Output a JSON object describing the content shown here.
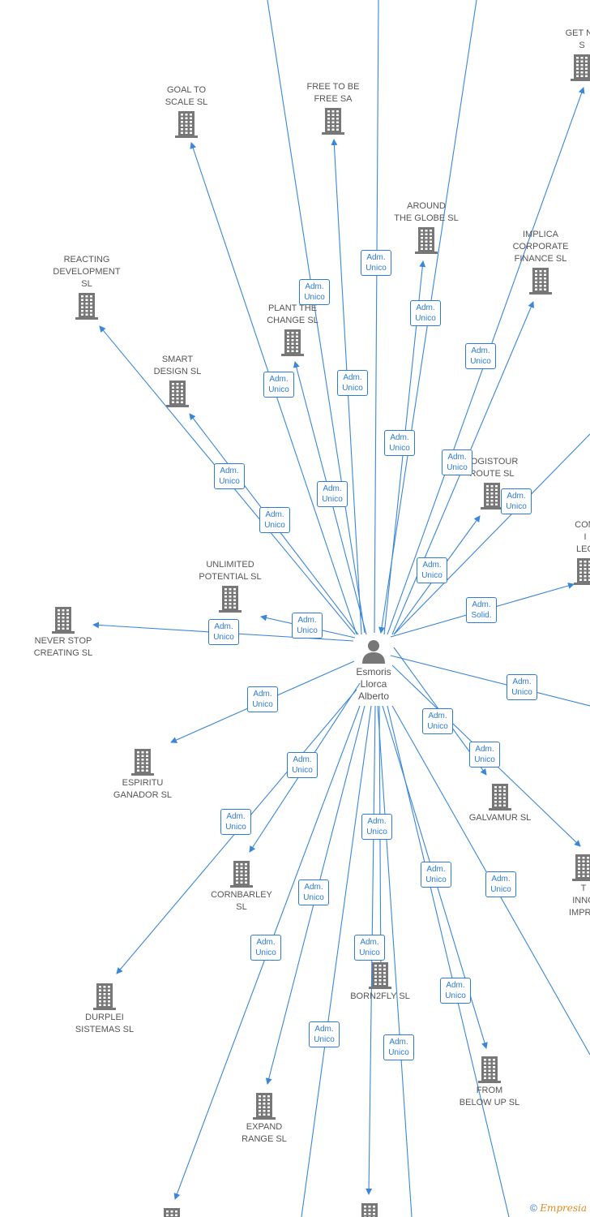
{
  "colors": {
    "edge": "#3a86d8",
    "badge_border": "#2e7bd6",
    "icon": "#777777",
    "text": "#555555"
  },
  "icons": {
    "company": "building-icon",
    "person": "person-icon"
  },
  "center": {
    "name": "Esmoris\nLlorca\nAlberto"
  },
  "companies": [
    {
      "id": "goal",
      "name": "GOAL TO\nSCALE  SL"
    },
    {
      "id": "free",
      "name": "FREE TO BE\nFREE SA"
    },
    {
      "id": "getna",
      "name": "GET NA\nS"
    },
    {
      "id": "around",
      "name": "AROUND\nTHE GLOBE  SL"
    },
    {
      "id": "implica",
      "name": "IMPLICA\nCORPORATE\nFINANCE  SL"
    },
    {
      "id": "reacting",
      "name": "REACTING\nDEVELOPMENT\nSL"
    },
    {
      "id": "plant",
      "name": "PLANT THE\nCHANGE  SL"
    },
    {
      "id": "smart",
      "name": "SMART\nDESIGN  SL"
    },
    {
      "id": "logistour",
      "name": "LOGISTOUR\nROUTE  SL"
    },
    {
      "id": "com",
      "name": "COM\nI\nLEG"
    },
    {
      "id": "unlimited",
      "name": "UNLIMITED\nPOTENTIAL  SL"
    },
    {
      "id": "never",
      "name": "NEVER STOP\nCREATING  SL"
    },
    {
      "id": "espiritu",
      "name": "ESPIRITU\nGANADOR SL"
    },
    {
      "id": "galvamur",
      "name": "GALVAMUR  SL"
    },
    {
      "id": "innov",
      "name": "T\nINNO\nIMPRO"
    },
    {
      "id": "cornbarley",
      "name": "CORNBARLEY\nSL"
    },
    {
      "id": "durplei",
      "name": "DURPLEI\nSISTEMAS  SL"
    },
    {
      "id": "born2fly",
      "name": "BORN2FLY  SL"
    },
    {
      "id": "frombelow",
      "name": "FROM\nBELOW UP  SL"
    },
    {
      "id": "expand",
      "name": "EXPAND\nRANGE  SL"
    },
    {
      "id": "bottom1",
      "name": ""
    },
    {
      "id": "bottom2",
      "name": ""
    }
  ],
  "badges": [
    "Adm.\nUnico",
    "Adm.\nUnico",
    "Adm.\nUnico",
    "Adm.\nUnico",
    "Adm.\nUnico",
    "Adm.\nUnico",
    "Adm.\nUnico",
    "Adm.\nUnico",
    "Adm.\nUnico",
    "Adm.\nUnico",
    "Adm.\nUnico",
    "Adm.\nUnico",
    "Adm.\nUnico",
    "Adm.\nUnico",
    "Adm.\nUnico",
    "Adm.\nUnico",
    "Adm.\nSolid.",
    "Adm.\nUnico",
    "Adm.\nUnico",
    "Adm.\nUnico",
    "Adm.\nUnico",
    "Adm.\nUnico",
    "Adm.\nUnico",
    "Adm.\nUnico",
    "Adm.\nUnico",
    "Adm.\nUnico",
    "Adm.\nUnico",
    "Adm.\nUnico",
    "Adm.\nUnico",
    "Adm.\nUnico",
    "Adm.\nUnico",
    "Adm.\nUnico",
    "Adm.\nUnico",
    "Adm.\nUnico",
    "Adm.\nUnico",
    "Adm.\nUnico"
  ],
  "footer": {
    "symbol": "©",
    "brand": "Empresia"
  }
}
